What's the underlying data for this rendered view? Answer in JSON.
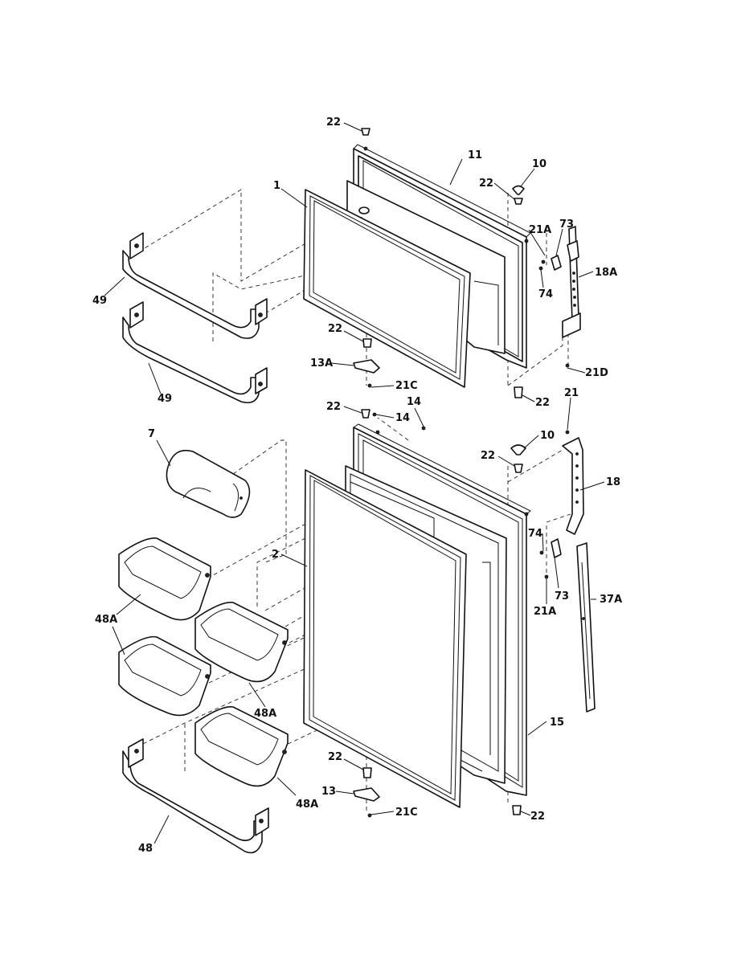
{
  "callouts": {
    "c1": "1",
    "c2": "2",
    "c7": "7",
    "c10a": "10",
    "c10b": "10",
    "c11": "11",
    "c13": "13",
    "c13A": "13A",
    "c14a": "14",
    "c14b": "14",
    "c15": "15",
    "c18": "18",
    "c18A": "18A",
    "c21": "21",
    "c21Aa": "21A",
    "c21Ab": "21A",
    "c21Ca": "21C",
    "c21Cb": "21C",
    "c21D": "21D",
    "c22a": "22",
    "c22b": "22",
    "c22c": "22",
    "c22d": "22",
    "c22e": "22",
    "c22f": "22",
    "c22g": "22",
    "c22h": "22",
    "c37A": "37A",
    "c48": "48",
    "c48Aa": "48A",
    "c48Ab": "48A",
    "c48Ac": "48A",
    "c49a": "49",
    "c49b": "49",
    "c73a": "73",
    "c73b": "73",
    "c74a": "74",
    "c74b": "74"
  }
}
